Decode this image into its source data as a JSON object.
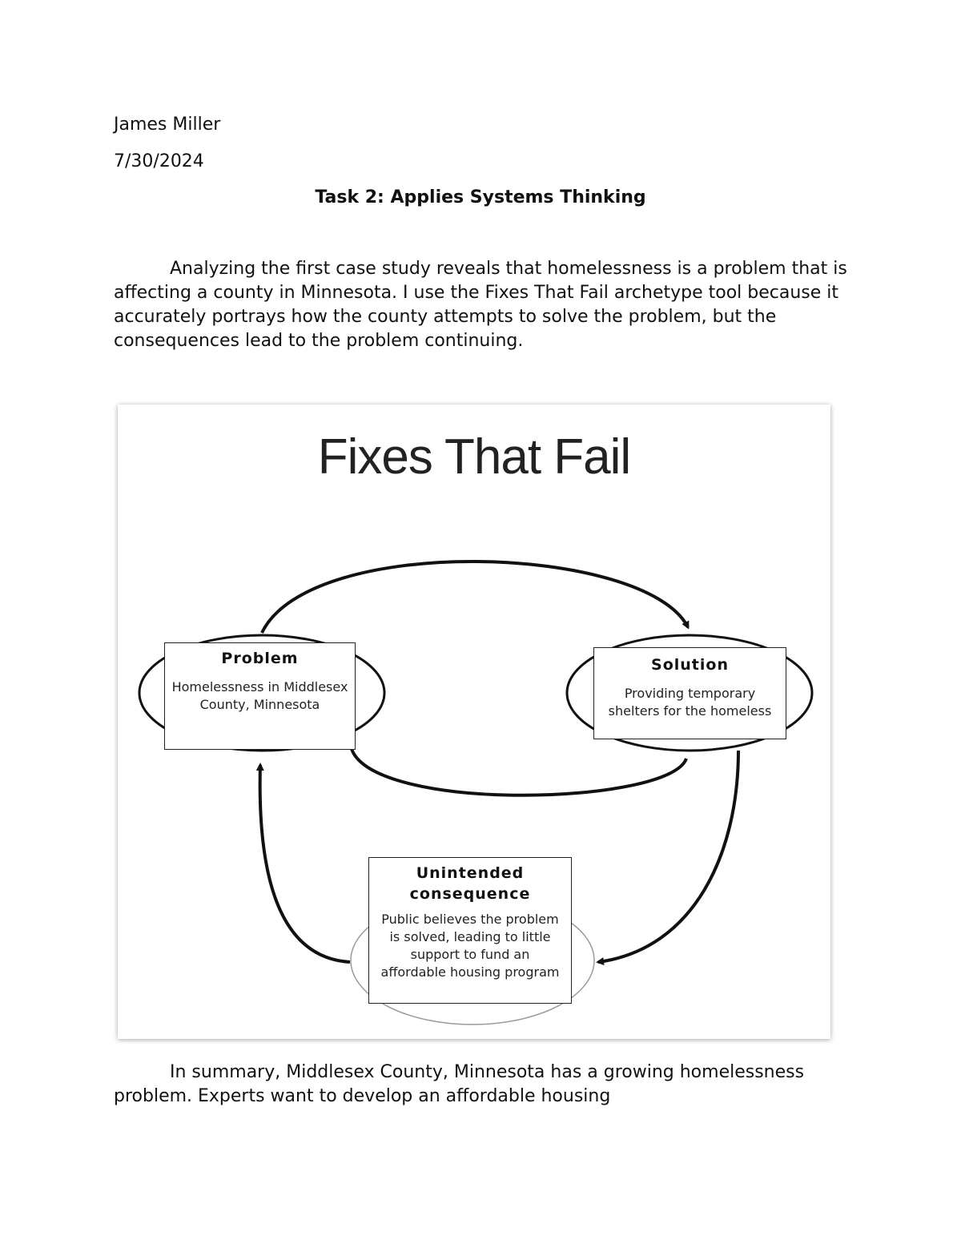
{
  "header": {
    "author": "James Miller",
    "date": "7/30/2024",
    "title": "Task 2: Applies Systems Thinking"
  },
  "body": {
    "intro": "Analyzing the first case study reveals that homelessness is a problem that is affecting a county in Minnesota. I use the Fixes That Fail archetype tool because it accurately portrays how the county attempts to solve the problem, but the consequences lead to the problem continuing.",
    "summary": "In summary, Middlesex County, Minnesota has a growing homelessness problem. Experts want to develop an affordable housing"
  },
  "diagram": {
    "title": "Fixes That Fail",
    "problem": {
      "heading": "Problem",
      "text": "Homelessness in Middlesex County, Minnesota"
    },
    "solution": {
      "heading": "Solution",
      "text": "Providing temporary shelters for the homeless"
    },
    "consequence": {
      "heading": "Unintended consequence",
      "text": "Public believes the problem is solved, leading to little support to fund an affordable housing program"
    }
  }
}
